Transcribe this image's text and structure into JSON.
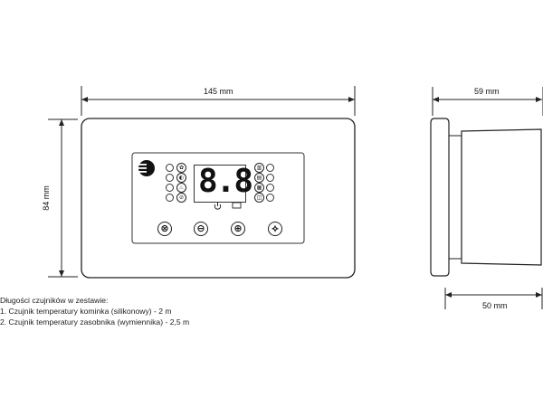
{
  "dimensions": {
    "width_front": "145 mm",
    "height_front": "84 mm",
    "depth_total": "59 mm",
    "depth_body": "50 mm"
  },
  "controls": {
    "display_value": "8.8",
    "buttons": [
      "⊗",
      "⊖",
      "⊕",
      "⟡"
    ]
  },
  "notes": {
    "heading": "Długości czujników w zestawie:",
    "line1": "1. Czujnik temperatury kominka (silikonowy) - 2 m",
    "line2": "2. Czujnik temperatury zasobnika (wymiennika) - 2,5 m"
  }
}
